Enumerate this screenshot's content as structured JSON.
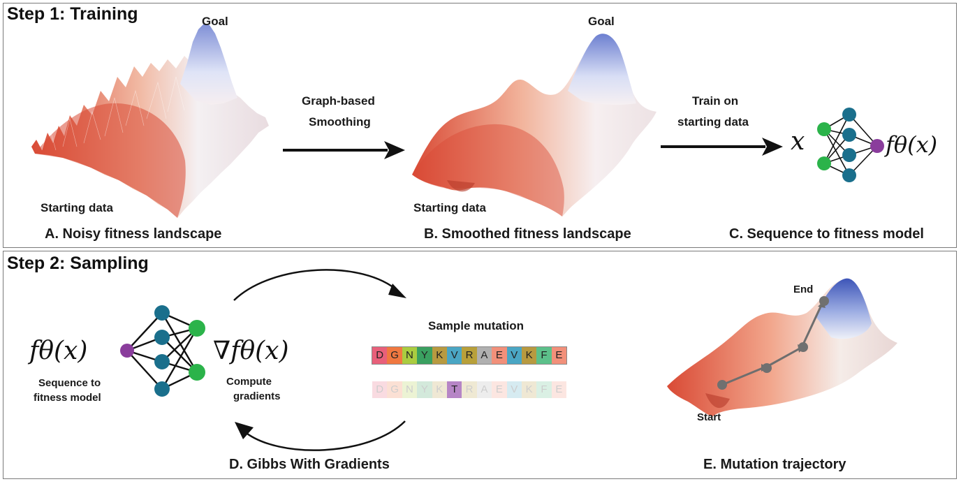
{
  "step1": {
    "title": "Step 1: Training",
    "panel_a": {
      "caption": "A. Noisy fitness landscape",
      "goal_label": "Goal",
      "start_label": "Starting data"
    },
    "arrow1_label": [
      "Graph-based",
      "Smoothing"
    ],
    "panel_b": {
      "caption": "B. Smoothed fitness landscape",
      "goal_label": "Goal",
      "start_label": "Starting data"
    },
    "arrow2_label": [
      "Train on",
      "starting data"
    ],
    "panel_c": {
      "caption": "C. Sequence to fitness model",
      "input_symbol": "x",
      "output_symbol": "fθ(x)"
    }
  },
  "step2": {
    "title": "Step 2: Sampling",
    "panel_d": {
      "caption": "D. Gibbs With Gradients",
      "model_symbol": "fθ(x)",
      "model_label": [
        "Sequence to",
        "fitness model"
      ],
      "gradient_symbol": "∇fθ(x)",
      "gradient_label": [
        "Compute",
        "gradients"
      ],
      "sample_title": "Sample mutation",
      "sequence": [
        "D",
        "G",
        "N",
        "Y",
        "K",
        "V",
        "R",
        "A",
        "E",
        "V",
        "K",
        "F",
        "E"
      ],
      "mutated_sequence": [
        "D",
        "G",
        "N",
        "Y",
        "K",
        "T",
        "R",
        "A",
        "E",
        "V",
        "K",
        "F",
        "E"
      ],
      "mutated_index": 5
    },
    "panel_e": {
      "caption": "E. Mutation trajectory",
      "start_label": "Start",
      "end_label": "End"
    }
  },
  "colors": {
    "node_green": "#2bb34a",
    "node_teal": "#1a6f8c",
    "node_purple": "#8a3d9c",
    "landscape_red": "#e0553f",
    "landscape_blue": "#6a7fcf",
    "residue_colors": [
      "#e8607a",
      "#f07840",
      "#aacc40",
      "#3aa060",
      "#b89a40",
      "#4aa6c4",
      "#b8a03a",
      "#b0b0b0",
      "#f2907a",
      "#4aa6c4",
      "#b89a40",
      "#5cc08a",
      "#f2907a"
    ],
    "mutation_color": "#b685c6"
  }
}
